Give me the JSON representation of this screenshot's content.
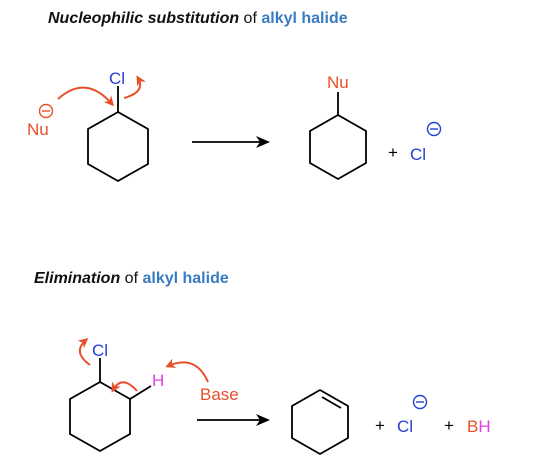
{
  "headings": {
    "substitution": {
      "emphasis": "Nucleophilic substitution",
      "of": " of ",
      "keyword": "alkyl halide"
    },
    "elimination": {
      "emphasis": "Elimination",
      "of": " of ",
      "keyword": "alkyl halide"
    }
  },
  "substitution": {
    "reactant_leaving_group": "Cl",
    "nucleophile": "Nu",
    "product_substituent": "Nu",
    "plus": "+",
    "byproduct": "Cl"
  },
  "elimination": {
    "reactant_leaving_group": "Cl",
    "beta_hydrogen": "H",
    "reagent": "Base",
    "plus1": "+",
    "byproduct1": "Cl",
    "plus2": "+",
    "byproduct2_base": "B",
    "byproduct2_h": "H"
  },
  "colors": {
    "keyword": "#3a7cc2",
    "arrow": "#e8502a",
    "nucleophile": "#e8502a",
    "chlorine": "#2440d6",
    "hydrogen": "#e040e0",
    "bond": "#000000"
  }
}
